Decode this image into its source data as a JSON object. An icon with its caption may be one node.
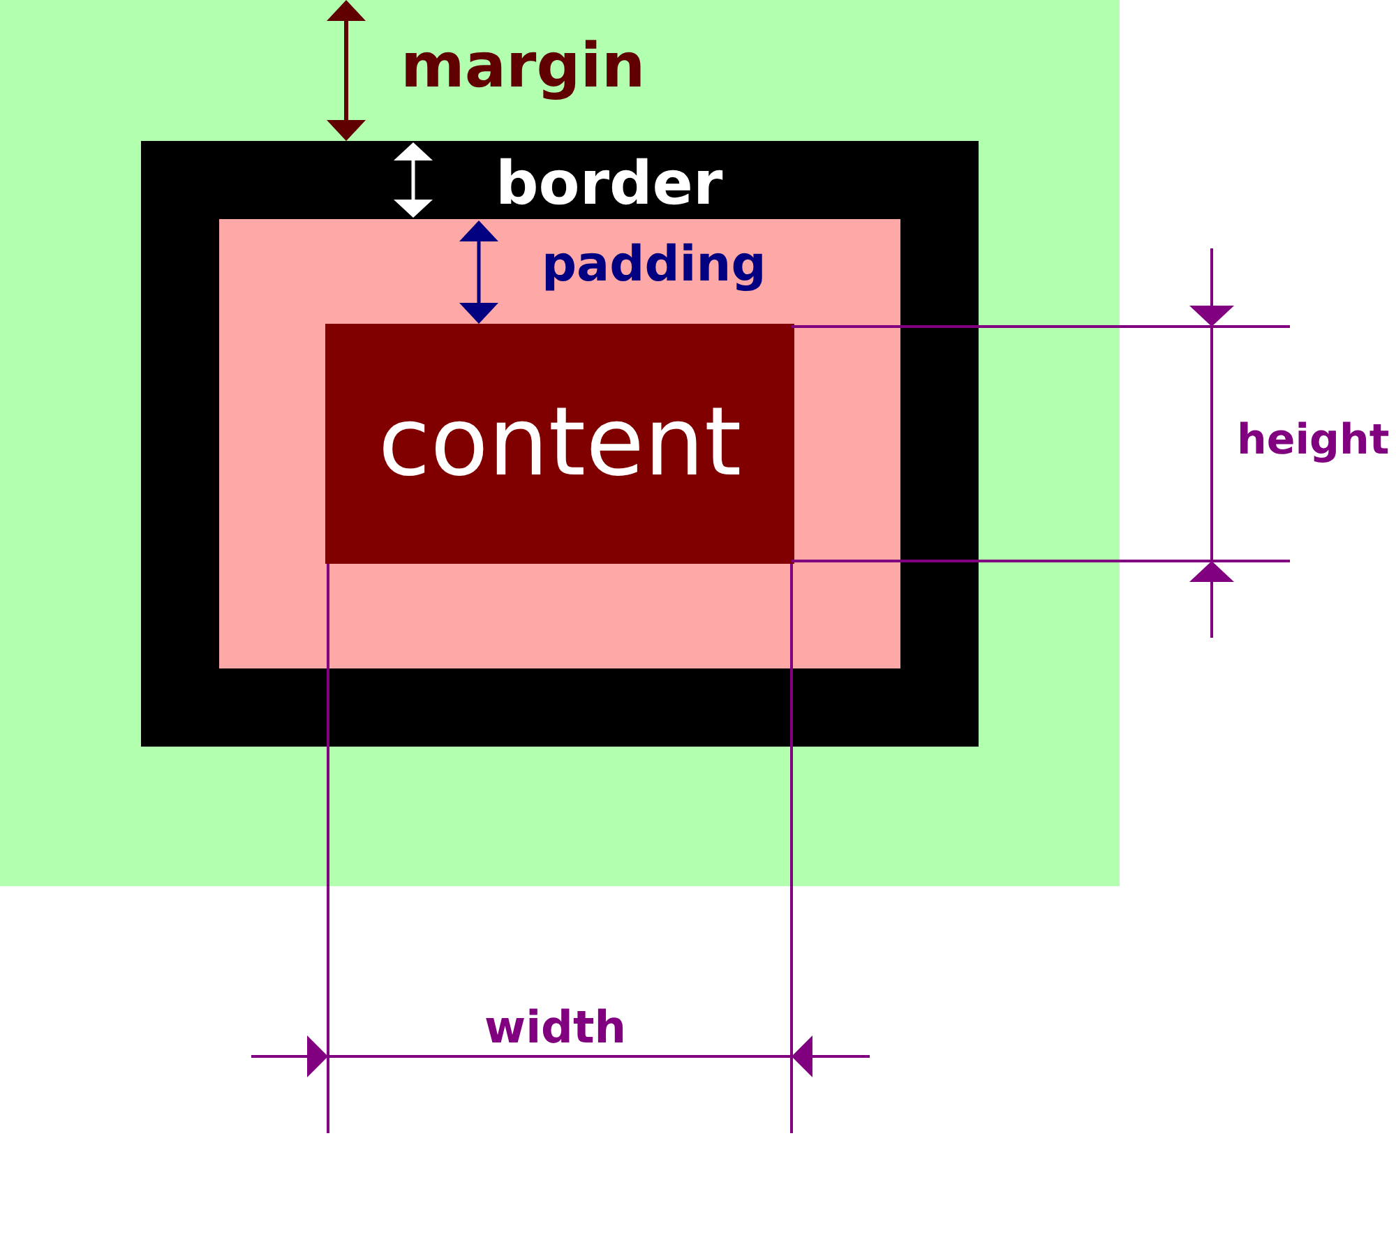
{
  "diagram": {
    "nodes": [
      {
        "text": [
          "margin"
        ]
      },
      {
        "text": [
          "border"
        ],
        "in": 0
      },
      {
        "text": [
          "padding"
        ],
        "in": 1
      },
      {
        "text": [
          "content"
        ],
        "in": 2
      }
    ],
    "labels": [
      "height",
      "width"
    ]
  }
}
